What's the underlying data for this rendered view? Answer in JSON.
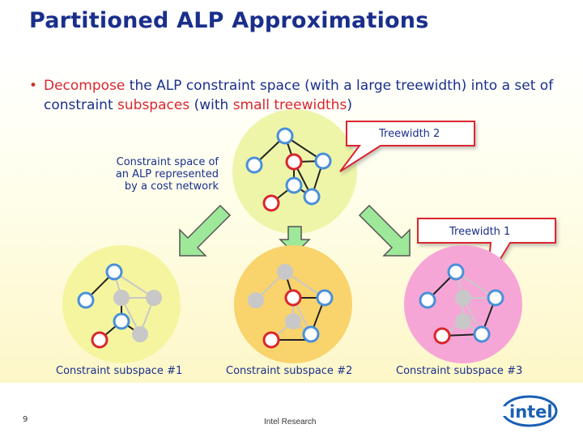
{
  "slide": {
    "title": "Partitioned ALP Approximations",
    "bullet": {
      "w1": "Decompose",
      "w2": " the ALP constraint space (with a large treewidth) into a set of constraint ",
      "w3": "subspaces",
      "w4": " (with ",
      "w5": "small treewidths",
      "w6": ")"
    },
    "cost_label_line1": "Constraint space of",
    "cost_label_line2": "an ALP represented",
    "cost_label_line3": "by a cost network",
    "callout_top": "Treewidth 2",
    "callout_right": "Treewidth 1",
    "subspaces": [
      {
        "label": "Constraint subspace #1"
      },
      {
        "label": "Constraint subspace #2"
      },
      {
        "label": "Constraint subspace #3"
      }
    ],
    "page_number": "9",
    "footer_text": "Intel Research",
    "logo_text": "intel"
  },
  "colors": {
    "title": "#1a2f8c",
    "accent_red": "#d9262e",
    "top_circle": "#eef5a8",
    "sub1_circle": "#f5f5a0",
    "sub2_circle": "#f9d36b",
    "sub3_circle": "#f6a6d6",
    "node_blue": "#4a90d9",
    "node_red": "#d9262e",
    "node_gray": "#c8c8c8",
    "arrow_fill": "#9ee89a"
  }
}
